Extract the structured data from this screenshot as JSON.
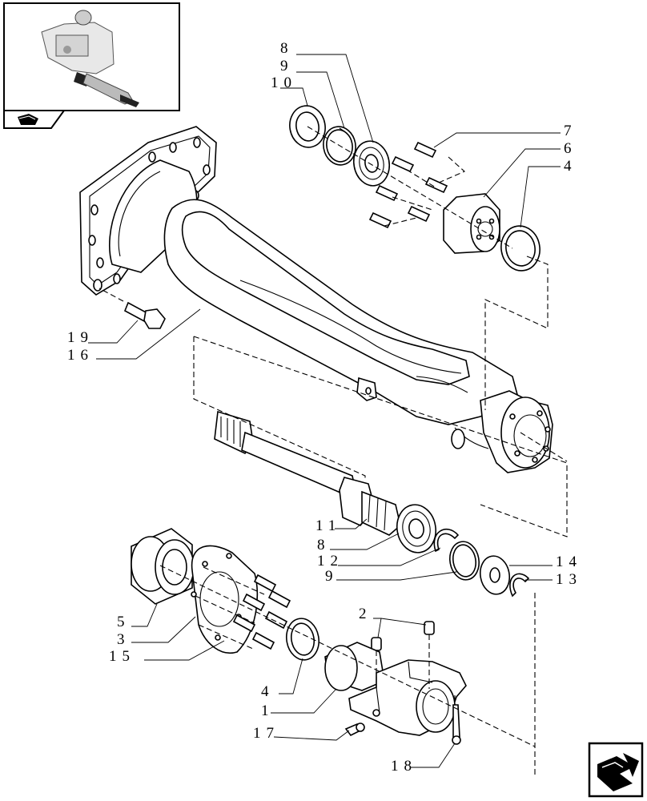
{
  "callouts": [
    {
      "id": "c8a",
      "text": "8"
    },
    {
      "id": "c9a",
      "text": "9"
    },
    {
      "id": "c10",
      "text": "10"
    },
    {
      "id": "c7",
      "text": "7"
    },
    {
      "id": "c6",
      "text": "6"
    },
    {
      "id": "c4a",
      "text": "4"
    },
    {
      "id": "c19",
      "text": "19"
    },
    {
      "id": "c16",
      "text": "16"
    },
    {
      "id": "c11",
      "text": "11"
    },
    {
      "id": "c8b",
      "text": "8"
    },
    {
      "id": "c12",
      "text": "12"
    },
    {
      "id": "c9b",
      "text": "9"
    },
    {
      "id": "c14",
      "text": "14"
    },
    {
      "id": "c13",
      "text": "13"
    },
    {
      "id": "c5",
      "text": "5"
    },
    {
      "id": "c3",
      "text": "3"
    },
    {
      "id": "c15",
      "text": "15"
    },
    {
      "id": "c2",
      "text": "2"
    },
    {
      "id": "c4b",
      "text": "4"
    },
    {
      "id": "c1",
      "text": "1"
    },
    {
      "id": "c17",
      "text": "17"
    },
    {
      "id": "c18",
      "text": "18"
    }
  ],
  "navigation": {
    "thumbnail_icon": "tractor-locator-thumbnail",
    "prev_icon": "return-arrow-icon",
    "next_icon": "forward-arrow-icon"
  }
}
